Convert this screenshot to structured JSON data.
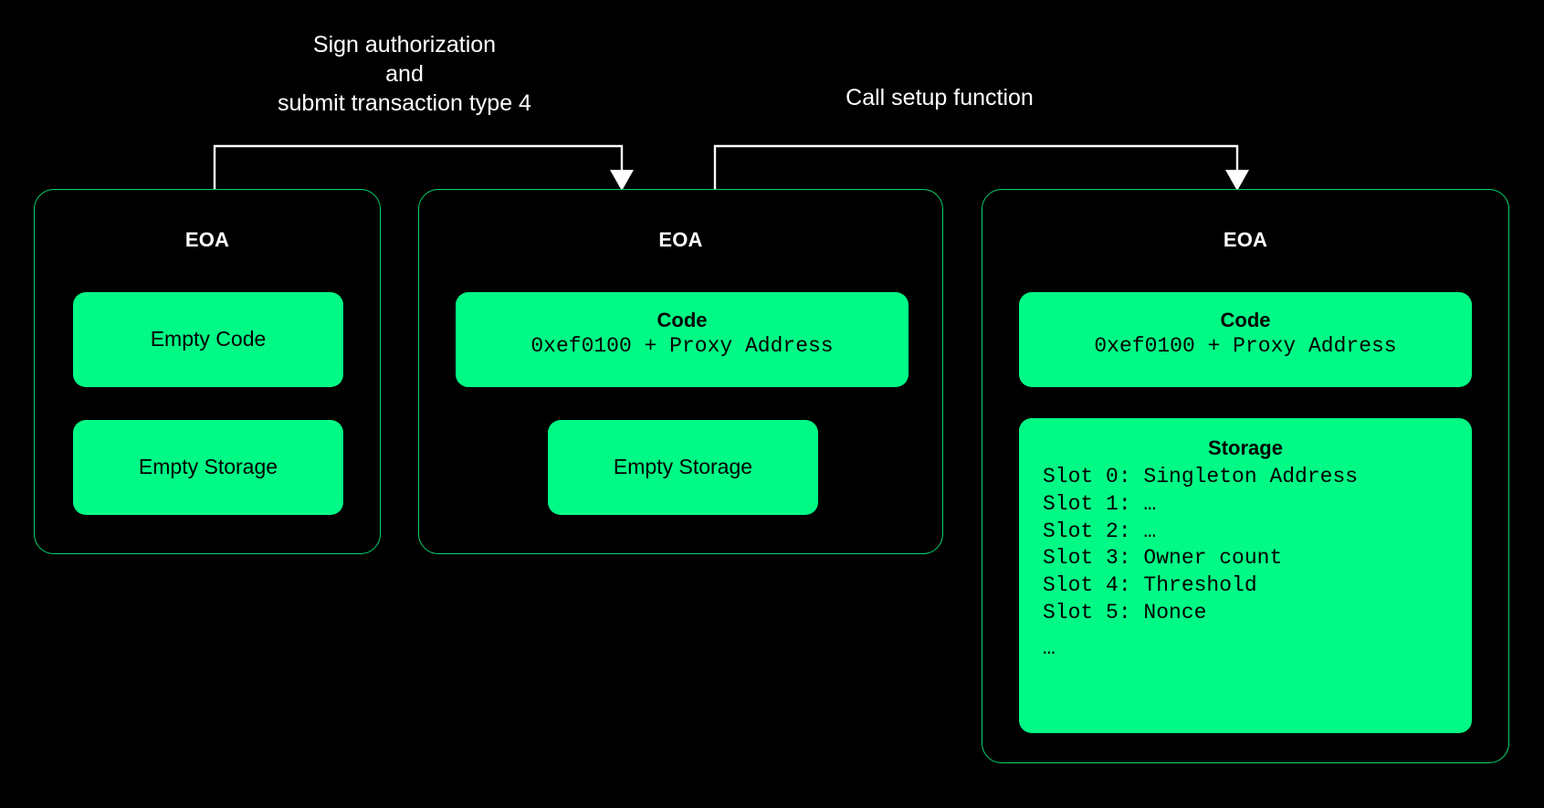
{
  "diagram": {
    "title": "EOA upgrade via EIP-7702 delegation",
    "background_color": "#000000",
    "accent_green": "#00fa85",
    "card_border_color": "#05d46a",
    "text_on_dark": "#ffffff",
    "text_on_green": "#000000"
  },
  "arrows": [
    {
      "id": "arrow-sign-authorization",
      "caption": "Sign authorization\nand\nsubmit transaction type 4",
      "from": "card-1",
      "to": "card-2",
      "color": "#ffffff"
    },
    {
      "id": "arrow-call-setup",
      "caption": "Call setup function",
      "from": "card-2",
      "to": "card-3",
      "color": "#ffffff"
    }
  ],
  "cards": [
    {
      "id": "card-1",
      "title": "EOA",
      "blocks": [
        {
          "id": "empty-code",
          "label": "Empty Code"
        },
        {
          "id": "empty-storage",
          "label": "Empty Storage"
        }
      ]
    },
    {
      "id": "card-2",
      "title": "EOA",
      "code_block": {
        "title": "Code",
        "value": "0xef0100 + Proxy Address"
      },
      "storage_block": {
        "label": "Empty Storage"
      }
    },
    {
      "id": "card-3",
      "title": "EOA",
      "code_block": {
        "title": "Code",
        "value": "0xef0100 + Proxy Address"
      },
      "storage_block": {
        "title": "Storage",
        "lines": [
          "Slot 0: Singleton Address",
          "Slot 1: …",
          "Slot 2: …",
          "Slot 3: Owner count",
          "Slot 4: Threshold",
          "Slot 5: Nonce",
          "…"
        ]
      }
    }
  ]
}
